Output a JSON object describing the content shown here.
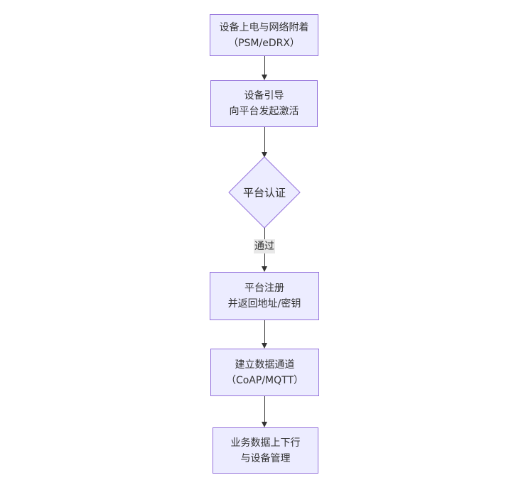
{
  "diagram": {
    "type": "flowchart",
    "direction": "top-down",
    "nodes": [
      {
        "id": "A",
        "shape": "rect",
        "lines": [
          "设备上电与网络附着",
          "（PSM/eDRX）"
        ]
      },
      {
        "id": "B",
        "shape": "rect",
        "lines": [
          "设备引导",
          "向平台发起激活"
        ]
      },
      {
        "id": "C",
        "shape": "diamond",
        "lines": [
          "平台认证"
        ]
      },
      {
        "id": "D",
        "shape": "rect",
        "lines": [
          "平台注册",
          "并返回地址/密钥"
        ]
      },
      {
        "id": "E",
        "shape": "rect",
        "lines": [
          "建立数据通道",
          "（CoAP/MQTT）"
        ]
      },
      {
        "id": "F",
        "shape": "rect",
        "lines": [
          "业务数据上下行",
          "与设备管理"
        ]
      }
    ],
    "edges": [
      {
        "from": "A",
        "to": "B",
        "label": ""
      },
      {
        "from": "B",
        "to": "C",
        "label": ""
      },
      {
        "from": "C",
        "to": "D",
        "label": "通过"
      },
      {
        "from": "D",
        "to": "E",
        "label": ""
      },
      {
        "from": "E",
        "to": "F",
        "label": ""
      }
    ],
    "colors": {
      "node_fill": "#ECECFF",
      "node_border": "#9370DB",
      "line": "#333333",
      "label_bg": "#e8e8e8",
      "text": "#333333"
    }
  }
}
